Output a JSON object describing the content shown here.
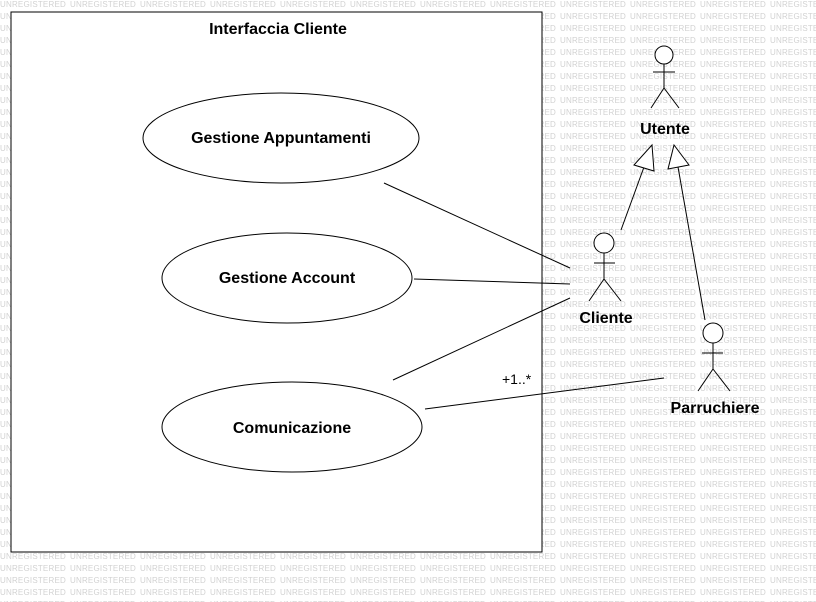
{
  "watermark_text": "UNREGISTERED",
  "system_boundary": {
    "title": "Interfaccia Cliente"
  },
  "use_cases": [
    {
      "id": "uc-appuntamenti",
      "label": "Gestione Appuntamenti"
    },
    {
      "id": "uc-account",
      "label": "Gestione Account"
    },
    {
      "id": "uc-comunicazione",
      "label": "Comunicazione"
    }
  ],
  "actors": [
    {
      "id": "actor-utente",
      "label": "Utente"
    },
    {
      "id": "actor-cliente",
      "label": "Cliente"
    },
    {
      "id": "actor-parrucchiere",
      "label": "Parruchiere"
    }
  ],
  "associations": [
    {
      "from": "actor-cliente",
      "to": "uc-appuntamenti"
    },
    {
      "from": "actor-cliente",
      "to": "uc-account"
    },
    {
      "from": "actor-cliente",
      "to": "uc-comunicazione"
    },
    {
      "from": "actor-parrucchiere",
      "to": "uc-comunicazione",
      "multiplicity": "+1..*"
    }
  ],
  "generalizations": [
    {
      "child": "actor-cliente",
      "parent": "actor-utente"
    },
    {
      "child": "actor-parrucchiere",
      "parent": "actor-utente"
    }
  ]
}
